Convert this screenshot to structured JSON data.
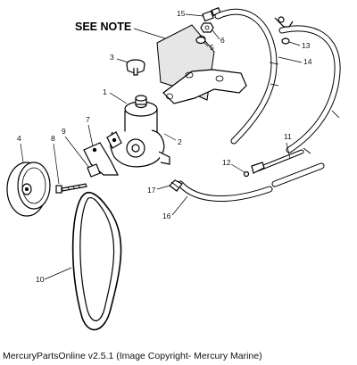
{
  "note": "SEE NOTE",
  "footer": "MercuryPartsOnline v2.5.1 (Image Copyright- Mercury Marine)",
  "callouts": {
    "n1": "1",
    "n2": "2",
    "n3": "3",
    "n4": "4",
    "n5": "5",
    "n6": "6",
    "n7": "7",
    "n8": "8",
    "n9": "9",
    "n10": "10",
    "n11": "11",
    "n12": "12",
    "n13": "13",
    "n14": "14",
    "n15": "15",
    "n16": "16",
    "n17": "17"
  }
}
